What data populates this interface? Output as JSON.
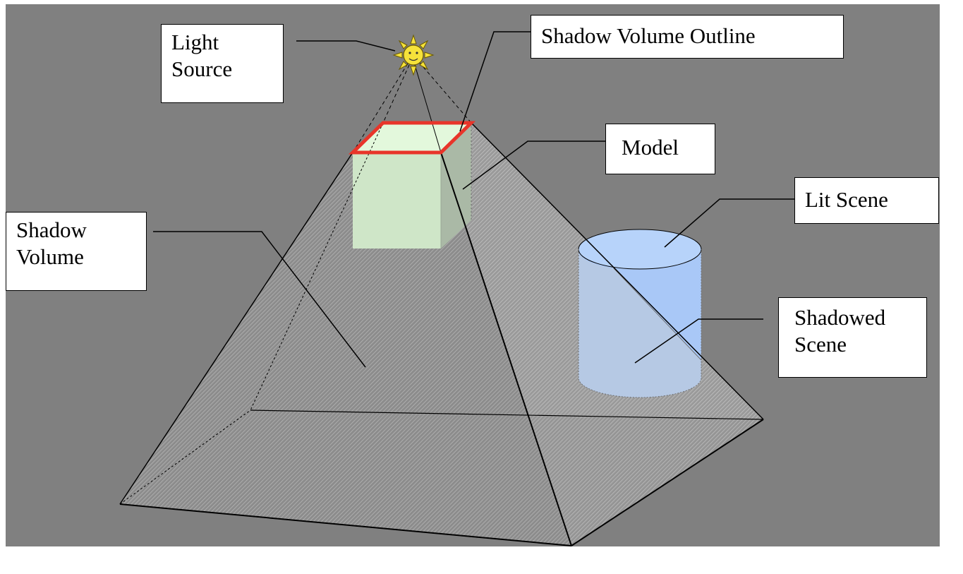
{
  "labels": {
    "light_source": [
      "Light",
      "Source"
    ],
    "shadow_volume_outline": "Shadow Volume Outline",
    "model": "Model",
    "lit_scene": "Lit Scene",
    "shadow_volume": [
      "Shadow",
      "Volume"
    ],
    "shadowed_scene": [
      "Shadowed",
      "Scene"
    ]
  },
  "colors": {
    "background": "#808080",
    "outline_highlight": "#e8352a",
    "model_fill": "#d8f0d0",
    "lit_scene_fill": "#a9c8f7",
    "sun_fill": "#f5e23a",
    "shadow_hatch": "#a8a8a8"
  }
}
